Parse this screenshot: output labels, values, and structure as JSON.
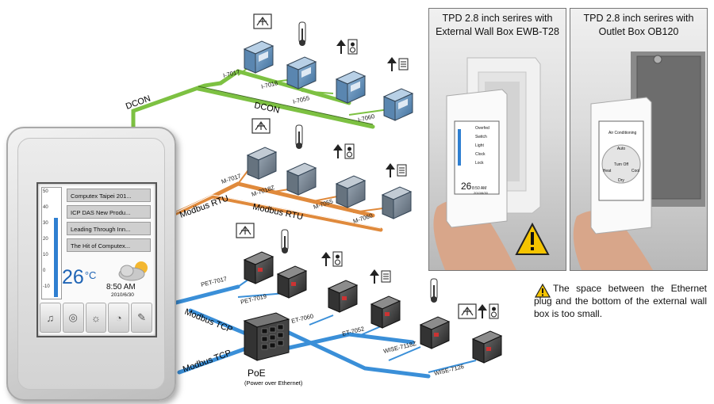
{
  "network": {
    "bus_labels": [
      "DCON",
      "DCON",
      "Modbus RTU",
      "Modbus RTU",
      "Modbus TCP",
      "Modbus TCP"
    ],
    "dcon_modules": [
      "I-7017",
      "I-7018",
      "I-7055",
      "I-7060"
    ],
    "rtu_modules": [
      "M-7017",
      "M-7018Z",
      "M-7055",
      "M-7060"
    ],
    "tcp_top_modules": [
      "PET-7017",
      "PET-7019"
    ],
    "tcp_bottom_modules": [
      "ET-7060",
      "ET-7052",
      "WISE-7118Z",
      "WISE-7126"
    ],
    "poe_title": "PoE",
    "poe_subtitle": "(Power over Ethernet)"
  },
  "device": {
    "scale": [
      "50",
      "40",
      "30",
      "20",
      "10",
      "0",
      "-10"
    ],
    "news": [
      "Computex Taipei 201...",
      "ICP DAS New Produ...",
      "Leading Through Inn...",
      "The Hit of Computex..."
    ],
    "temperature": "26",
    "unit": "°C",
    "time": "8:50 AM",
    "date": "2010/6/30",
    "icons": [
      "music-icon",
      "camera-icon",
      "bulb-icon",
      "timer-icon",
      "wrench-icon"
    ]
  },
  "panels": {
    "left_title_1": "TPD 2.8 inch serires with",
    "left_title_2": "External Wall Box EWB-T28",
    "right_title_1": "TPD 2.8 inch serires with",
    "right_title_2": "Outlet Box OB120",
    "left_menu": [
      "Overfed",
      "Switch",
      "Light",
      "Clock",
      "Lock"
    ],
    "left_temp": "26",
    "left_time": "8:50 AM",
    "left_date": "2010/6/30",
    "right_header": "Air Conditioning",
    "right_buttons": [
      "Auto",
      "Turn Off",
      "Heat",
      "Cool",
      "Dry"
    ]
  },
  "note": "The space between the Ethernet plug and the bottom of the external wall box is too small.",
  "colors": {
    "dcon": "#7dc142",
    "rtu": "#e08a3c",
    "tcp": "#3a8fd8",
    "temp": "#1f64b5",
    "warning": "#f5c400"
  }
}
